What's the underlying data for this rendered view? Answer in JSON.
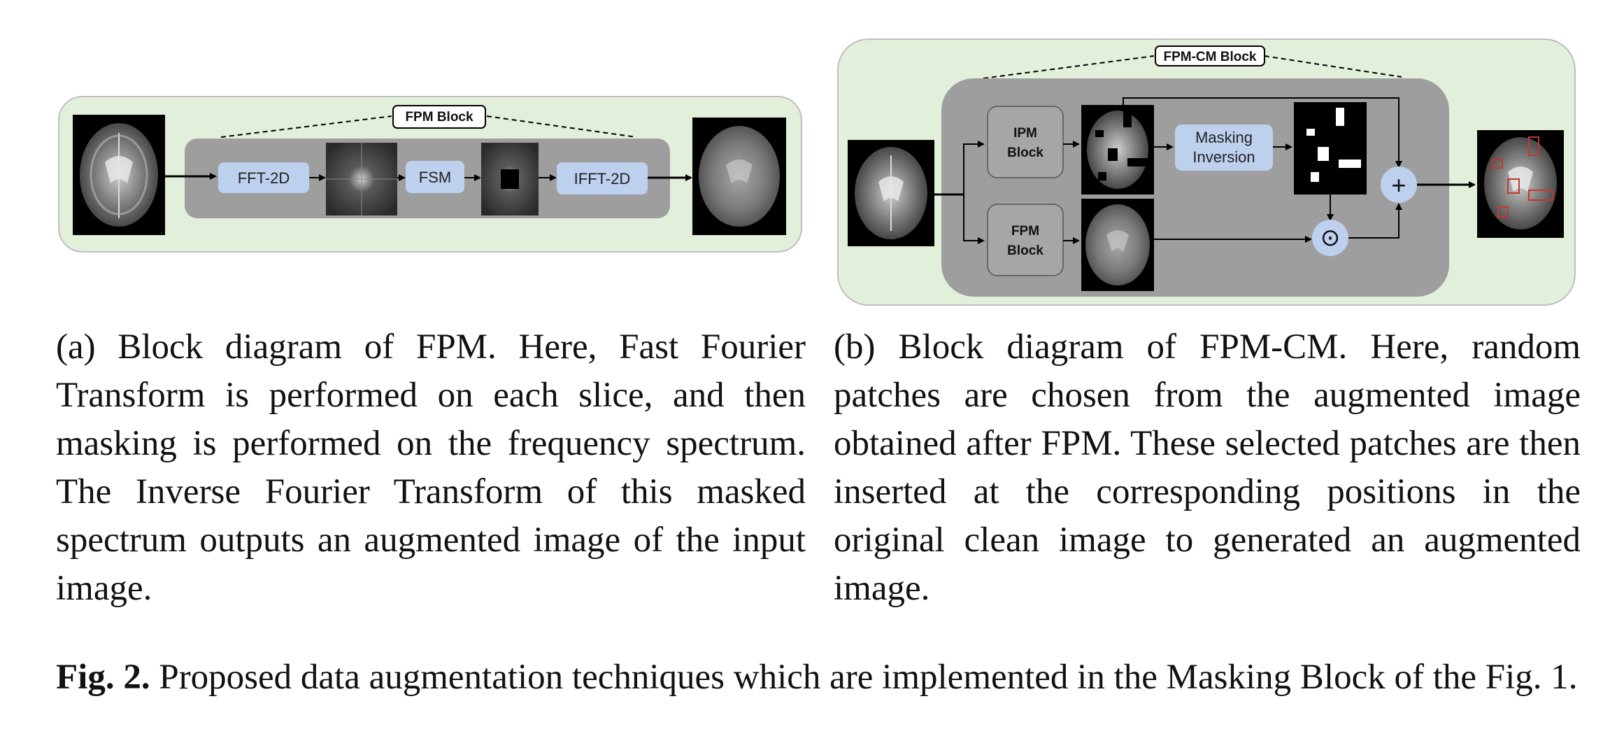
{
  "panel_a": {
    "block_title": "FPM Block",
    "nodes": {
      "fft": "FFT-2D",
      "fsm": "FSM",
      "ifft": "IFFT-2D"
    },
    "caption": "(a)  Block diagram of FPM. Here, Fast Fourier Transform is performed on each slice, and then masking is performed on the frequency spectrum. The Inverse Fourier Transform of this masked spectrum outputs an augmented image of the input image."
  },
  "panel_b": {
    "block_title": "FPM-CM Block",
    "nodes": {
      "ipm_line1": "IPM",
      "ipm_line2": "Block",
      "fpm_line1": "FPM",
      "fpm_line2": "Block",
      "mask_line1": "Masking",
      "mask_line2": "Inversion",
      "plus": "+",
      "odot": "⊙"
    },
    "caption": "(b)  Block diagram of FPM-CM. Here, random patches are chosen from the augmented image obtained after FPM. These selected patches are then inserted at the corresponding positions in the original clean image to generated an augmented image."
  },
  "figure": {
    "label": "Fig. 2.",
    "caption": " Proposed data augmentation techniques which are implemented in the Masking Block of the Fig. 1."
  },
  "colors": {
    "outer_panel": "#e2efda",
    "inner_panel": "#9e9e9e",
    "node_blue": "#bdd0ee",
    "node_gray": "#a6a6a6"
  }
}
